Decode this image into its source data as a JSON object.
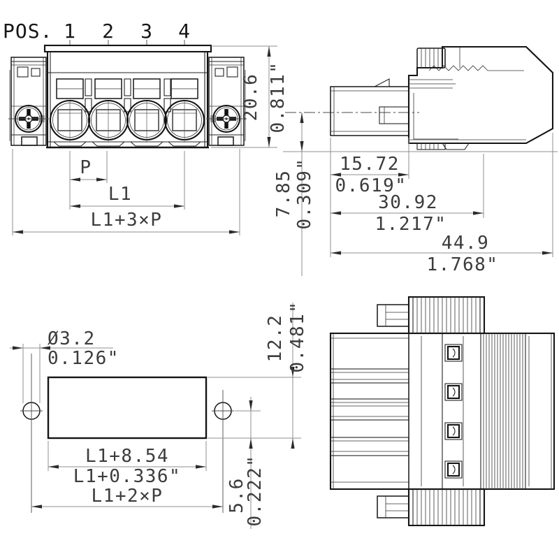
{
  "pos": {
    "label": "POS.",
    "numbers": [
      "1",
      "2",
      "3",
      "4"
    ]
  },
  "front_view": {
    "pitch_label": "P",
    "l1_label": "L1",
    "overall_label": "L1+3×P",
    "height_mm": "20.6",
    "height_in": "0.811\""
  },
  "side_view": {
    "center_to_base_mm": "7.85",
    "center_to_base_in": "0.309\"",
    "plug_depth_mm": "15.72",
    "plug_depth_in": "0.619\"",
    "housing_depth_mm": "30.92",
    "housing_depth_in": "1.217\"",
    "overall_depth_mm": "44.9",
    "overall_depth_in": "1.768\""
  },
  "footprint_view": {
    "hole_dia_mm": "Ø3.2",
    "hole_dia_in": "0.126\"",
    "width_mm": "12.2",
    "width_in": "0.481\"",
    "hole_offset_mm": "5.6",
    "hole_offset_in": "0.222\"",
    "length_mm": "L1+8.54",
    "length_in": "L1+0.336\"",
    "hole_span_label": "L1+2×P"
  }
}
